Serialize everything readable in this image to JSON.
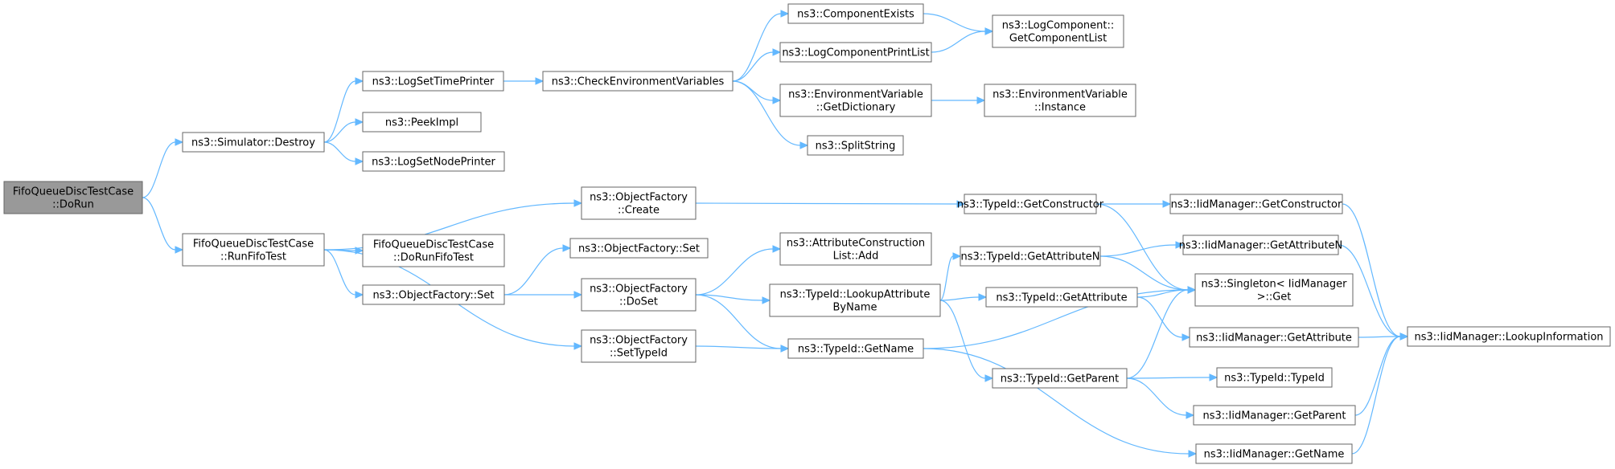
{
  "graph": {
    "edge_color": "#63b8ff",
    "root_fill": "#999999",
    "nodes": [
      {
        "id": "root",
        "lines": [
          "FifoQueueDiscTestCase",
          "::DoRun"
        ],
        "root": true
      },
      {
        "id": "destroy",
        "lines": [
          "ns3::Simulator::Destroy"
        ]
      },
      {
        "id": "runfifo",
        "lines": [
          "FifoQueueDiscTestCase",
          "::RunFifoTest"
        ]
      },
      {
        "id": "logsettime",
        "lines": [
          "ns3::LogSetTimePrinter"
        ]
      },
      {
        "id": "peekimpl",
        "lines": [
          "ns3::PeekImpl"
        ]
      },
      {
        "id": "logsetnode",
        "lines": [
          "ns3::LogSetNodePrinter"
        ]
      },
      {
        "id": "checkenv",
        "lines": [
          "ns3::CheckEnvironmentVariables"
        ]
      },
      {
        "id": "compexists",
        "lines": [
          "ns3::ComponentExists"
        ]
      },
      {
        "id": "logcompprint",
        "lines": [
          "ns3::LogComponentPrintList"
        ]
      },
      {
        "id": "envdict",
        "lines": [
          "ns3::EnvironmentVariable",
          "::GetDictionary"
        ]
      },
      {
        "id": "splitstring",
        "lines": [
          "ns3::SplitString"
        ]
      },
      {
        "id": "getcomplist",
        "lines": [
          "ns3::LogComponent::",
          "GetComponentList"
        ]
      },
      {
        "id": "envinstance",
        "lines": [
          "ns3::EnvironmentVariable",
          "::Instance"
        ]
      },
      {
        "id": "ofcreate",
        "lines": [
          "ns3::ObjectFactory",
          "::Create"
        ]
      },
      {
        "id": "dorunfifo",
        "lines": [
          "FifoQueueDiscTestCase",
          "::DoRunFifoTest"
        ]
      },
      {
        "id": "ofset2",
        "lines": [
          "ns3::ObjectFactory::Set"
        ]
      },
      {
        "id": "ofset1",
        "lines": [
          "ns3::ObjectFactory::Set"
        ]
      },
      {
        "id": "ofdoset",
        "lines": [
          "ns3::ObjectFactory",
          "::DoSet"
        ]
      },
      {
        "id": "ofsettypeid",
        "lines": [
          "ns3::ObjectFactory",
          "::SetTypeId"
        ]
      },
      {
        "id": "attrconstradd",
        "lines": [
          "ns3::AttributeConstruction",
          "List::Add"
        ]
      },
      {
        "id": "lookupattr",
        "lines": [
          "ns3::TypeId::LookupAttribute",
          "ByName"
        ]
      },
      {
        "id": "tgetname",
        "lines": [
          "ns3::TypeId::GetName"
        ]
      },
      {
        "id": "tgetconstructor",
        "lines": [
          "ns3::TypeId::GetConstructor"
        ]
      },
      {
        "id": "tgetattrn",
        "lines": [
          "ns3::TypeId::GetAttributeN"
        ]
      },
      {
        "id": "tgetattr",
        "lines": [
          "ns3::TypeId::GetAttribute"
        ]
      },
      {
        "id": "tgetparent",
        "lines": [
          "ns3::TypeId::GetParent"
        ]
      },
      {
        "id": "iidgetconstructor",
        "lines": [
          "ns3::IidManager::GetConstructor"
        ]
      },
      {
        "id": "iidgetattrn",
        "lines": [
          "ns3::IidManager::GetAttributeN"
        ]
      },
      {
        "id": "singletonget",
        "lines": [
          "ns3::Singleton< IidManager",
          ">::Get"
        ]
      },
      {
        "id": "iidgetattr",
        "lines": [
          "ns3::IidManager::GetAttribute"
        ]
      },
      {
        "id": "ttypeid",
        "lines": [
          "ns3::TypeId::TypeId"
        ]
      },
      {
        "id": "iidgetparent",
        "lines": [
          "ns3::IidManager::GetParent"
        ]
      },
      {
        "id": "iidgetname",
        "lines": [
          "ns3::IidManager::GetName"
        ]
      },
      {
        "id": "iidlookupinfo",
        "lines": [
          "ns3::IidManager::LookupInformation"
        ]
      }
    ],
    "edges": [
      [
        "root",
        "destroy"
      ],
      [
        "root",
        "runfifo"
      ],
      [
        "destroy",
        "logsettime"
      ],
      [
        "destroy",
        "peekimpl"
      ],
      [
        "destroy",
        "logsetnode"
      ],
      [
        "logsettime",
        "checkenv"
      ],
      [
        "checkenv",
        "compexists"
      ],
      [
        "checkenv",
        "logcompprint"
      ],
      [
        "checkenv",
        "envdict"
      ],
      [
        "checkenv",
        "splitstring"
      ],
      [
        "compexists",
        "getcomplist"
      ],
      [
        "logcompprint",
        "getcomplist"
      ],
      [
        "envdict",
        "envinstance"
      ],
      [
        "runfifo",
        "ofcreate"
      ],
      [
        "runfifo",
        "dorunfifo"
      ],
      [
        "runfifo",
        "ofset1"
      ],
      [
        "runfifo",
        "ofsettypeid"
      ],
      [
        "ofset1",
        "ofset2"
      ],
      [
        "ofset1",
        "ofdoset"
      ],
      [
        "ofcreate",
        "tgetconstructor"
      ],
      [
        "ofdoset",
        "attrconstradd"
      ],
      [
        "ofdoset",
        "lookupattr"
      ],
      [
        "ofdoset",
        "tgetname"
      ],
      [
        "ofsettypeid",
        "tgetname"
      ],
      [
        "lookupattr",
        "tgetattrn"
      ],
      [
        "lookupattr",
        "tgetattr"
      ],
      [
        "lookupattr",
        "tgetparent"
      ],
      [
        "tgetconstructor",
        "iidgetconstructor"
      ],
      [
        "tgetconstructor",
        "singletonget"
      ],
      [
        "tgetattrn",
        "iidgetattrn"
      ],
      [
        "tgetattrn",
        "singletonget"
      ],
      [
        "tgetattr",
        "singletonget"
      ],
      [
        "tgetattr",
        "iidgetattr"
      ],
      [
        "tgetname",
        "singletonget"
      ],
      [
        "tgetname",
        "iidgetname"
      ],
      [
        "tgetparent",
        "singletonget"
      ],
      [
        "tgetparent",
        "ttypeid"
      ],
      [
        "tgetparent",
        "iidgetparent"
      ],
      [
        "iidgetconstructor",
        "iidlookupinfo"
      ],
      [
        "iidgetattrn",
        "iidlookupinfo"
      ],
      [
        "iidgetattr",
        "iidlookupinfo"
      ],
      [
        "iidgetparent",
        "iidlookupinfo"
      ],
      [
        "iidgetname",
        "iidlookupinfo"
      ]
    ]
  }
}
